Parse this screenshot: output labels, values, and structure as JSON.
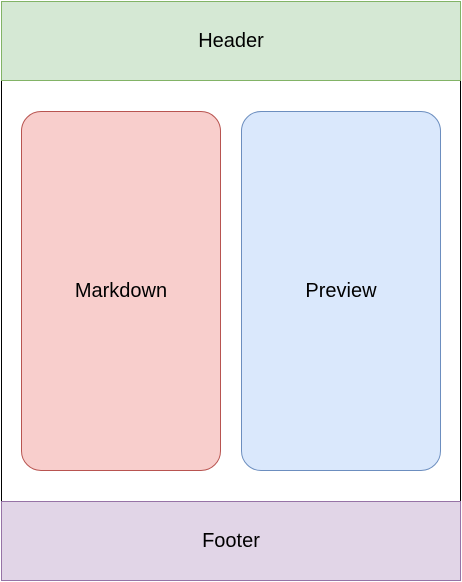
{
  "header": {
    "label": "Header"
  },
  "panels": {
    "markdown": {
      "label": "Markdown"
    },
    "preview": {
      "label": "Preview"
    }
  },
  "footer": {
    "label": "Footer"
  },
  "colors": {
    "header_fill": "#d5e8d4",
    "header_stroke": "#82b366",
    "markdown_fill": "#f8cecc",
    "markdown_stroke": "#b85450",
    "preview_fill": "#dae8fc",
    "preview_stroke": "#6c8ebf",
    "footer_fill": "#e1d5e7",
    "footer_stroke": "#9673a6",
    "frame_stroke": "#000000"
  }
}
